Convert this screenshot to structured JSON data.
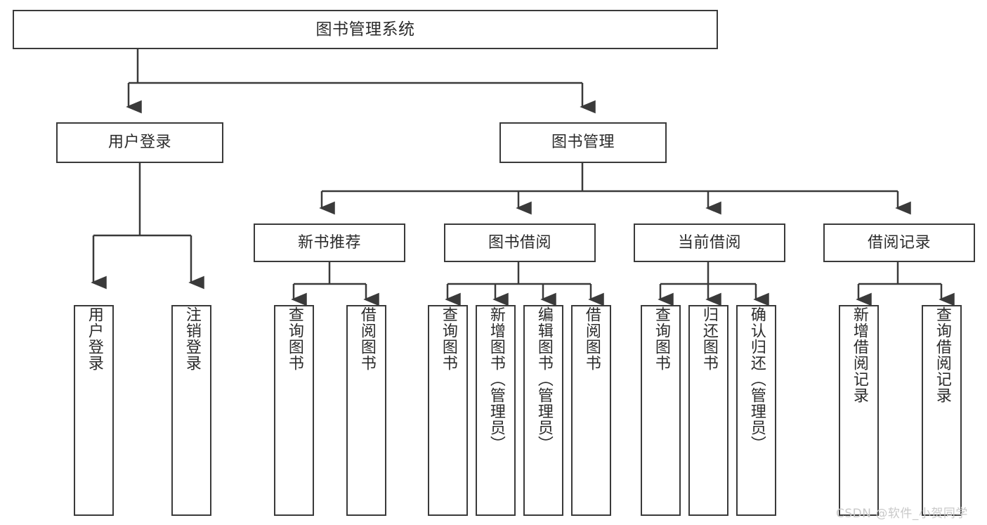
{
  "diagram": {
    "title": "图书管理系统",
    "root": {
      "label": "图书管理系统"
    },
    "level2": [
      {
        "label": "用户登录"
      },
      {
        "label": "图书管理"
      }
    ],
    "level3": [
      {
        "label": "新书推荐"
      },
      {
        "label": "图书借阅"
      },
      {
        "label": "当前借阅"
      },
      {
        "label": "借阅记录"
      }
    ],
    "leaves": {
      "user_login": [
        {
          "label": "用户登录"
        },
        {
          "label": "注销登录"
        }
      ],
      "new_book_recommend": [
        {
          "label": "查询图书"
        },
        {
          "label": "借阅图书"
        }
      ],
      "book_borrow": [
        {
          "label": "查询图书"
        },
        {
          "label": "新增图书（管理员）"
        },
        {
          "label": "编辑图书（管理员）"
        },
        {
          "label": "借阅图书"
        }
      ],
      "current_borrow": [
        {
          "label": "查询图书"
        },
        {
          "label": "归还图书"
        },
        {
          "label": "确认归还（管理员）"
        }
      ],
      "borrow_record": [
        {
          "label": "新增借阅记录"
        },
        {
          "label": "查询借阅记录"
        }
      ]
    }
  },
  "watermark": {
    "text": "CSDN @软件_小贺同学"
  },
  "colors": {
    "border": "#3a3a3a",
    "text": "#2b2b2b",
    "background": "#ffffff",
    "watermark": "#c9c9c9"
  }
}
